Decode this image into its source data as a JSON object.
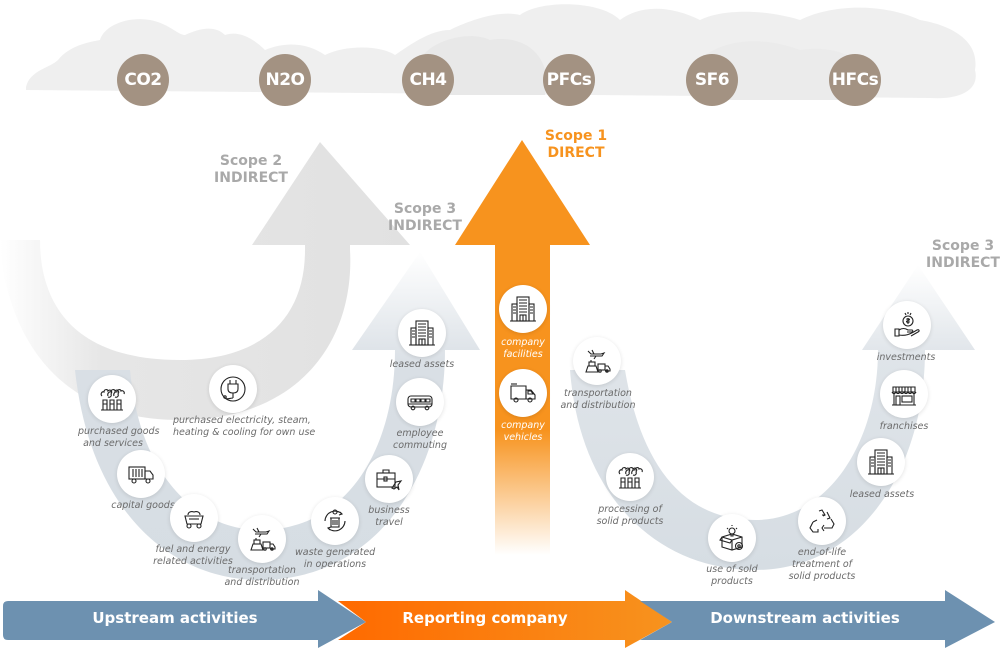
{
  "gases": [
    "CO2",
    "N2O",
    "CH4",
    "PFCs",
    "SF6",
    "HFCs"
  ],
  "scopes": {
    "scope2": {
      "line1": "Scope 2",
      "line2": "INDIRECT"
    },
    "scope3_upstream": {
      "line1": "Scope 3",
      "line2": "INDIRECT"
    },
    "scope1": {
      "line1": "Scope 1",
      "line2": "DIRECT"
    },
    "scope3_downstream": {
      "line1": "Scope 3",
      "line2": "INDIRECT"
    }
  },
  "upstream_items": [
    {
      "icon": "factory-smoke-icon",
      "label1": "purchased goods",
      "label2": "and services"
    },
    {
      "icon": "electric-plug-icon",
      "label1": "purchased electricity, steam,",
      "label2": "heating & cooling for own use"
    },
    {
      "icon": "cargo-truck-icon",
      "label1": "capital goods",
      "label2": ""
    },
    {
      "icon": "mine-cart-icon",
      "label1": "fuel and energy",
      "label2": "related activities"
    },
    {
      "icon": "transport-logistics-icon",
      "label1": "transportation",
      "label2": "and distribution"
    },
    {
      "icon": "waste-bin-recycle-icon",
      "label1": "waste generated",
      "label2": "in operations"
    },
    {
      "icon": "briefcase-plane-icon",
      "label1": "business",
      "label2": "travel"
    },
    {
      "icon": "bus-icon",
      "label1": "employee",
      "label2": "commuting"
    },
    {
      "icon": "office-building-icon",
      "label1": "leased assets",
      "label2": ""
    }
  ],
  "company_items": [
    {
      "icon": "office-building-icon",
      "label1": "company",
      "label2": "facilities"
    },
    {
      "icon": "delivery-truck-icon",
      "label1": "company",
      "label2": "vehicles"
    }
  ],
  "downstream_items": [
    {
      "icon": "transport-logistics-icon",
      "label1": "transportation",
      "label2": "and distribution"
    },
    {
      "icon": "factory-smoke-icon",
      "label1": "processing of",
      "label2": "solid products"
    },
    {
      "icon": "box-gear-bulb-icon",
      "label1": "use of sold",
      "label2": "products"
    },
    {
      "icon": "recycle-icon",
      "label1": "end-of-life",
      "label2": "treatment of",
      "label3": "solid products"
    },
    {
      "icon": "office-building-icon",
      "label1": "leased assets",
      "label2": ""
    },
    {
      "icon": "storefront-icon",
      "label1": "franchises",
      "label2": ""
    },
    {
      "icon": "money-hand-icon",
      "label1": "investments",
      "label2": ""
    }
  ],
  "bottom_bar": {
    "upstream": "Upstream activities",
    "reporting": "Reporting company",
    "downstream": "Downstream activities"
  },
  "colors": {
    "gas_circle": "#a39282",
    "orange": "#f7931e",
    "orange_dark": "#ff6a00",
    "steel_blue": "#6d91b0",
    "light_grey": "#e3e3e3",
    "arc_blue_grey": "#d6dde3"
  }
}
